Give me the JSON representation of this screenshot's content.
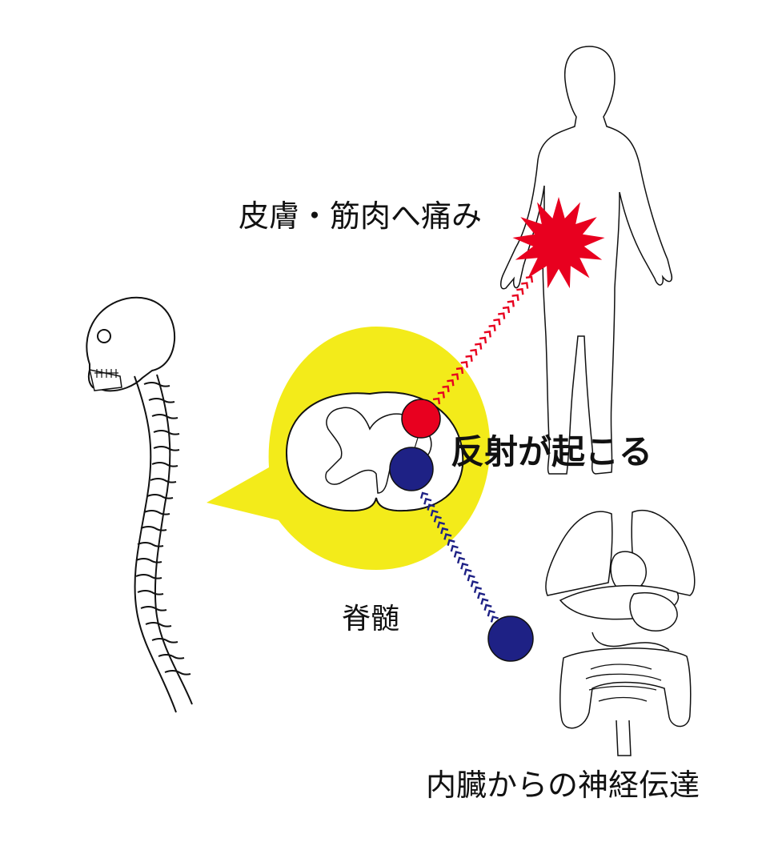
{
  "labels": {
    "skin_muscle_pain": "皮膚・筋肉へ痛み",
    "reflex_occurs": "反射が起こる",
    "spinal_cord": "脊髄",
    "visceral_nerve_transmission": "内臓からの神経伝達"
  },
  "colors": {
    "somatic_signal": "#e8001f",
    "visceral_signal": "#1e2185",
    "callout_fill": "#f3eb1a",
    "outline": "#111111"
  },
  "icons": {
    "skeleton": "skeleton-spine-icon",
    "body": "human-body-outline-icon",
    "pain": "pain-burst-icon",
    "organs": "internal-organs-icon"
  }
}
